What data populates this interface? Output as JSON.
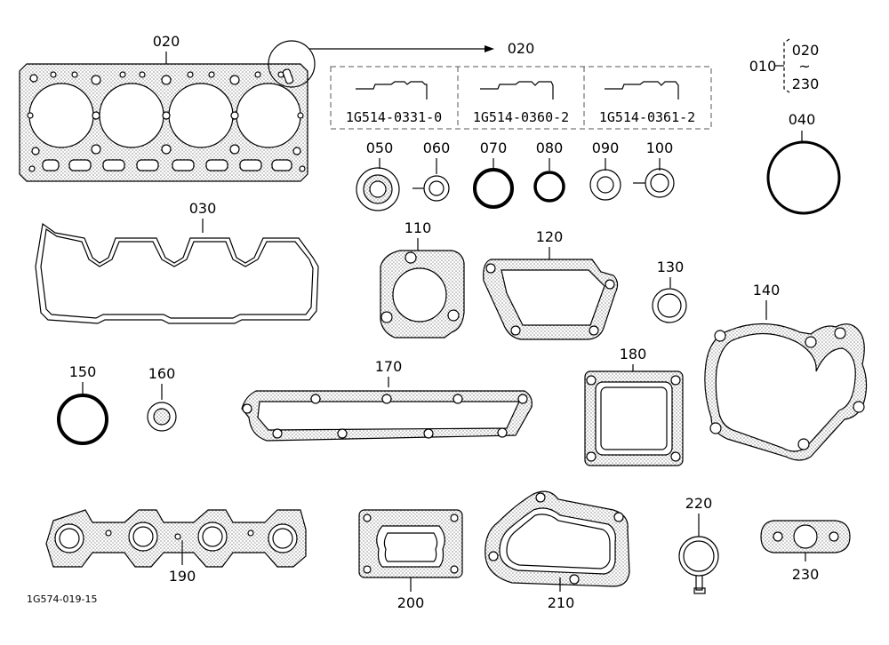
{
  "diagram": {
    "labels": {
      "p020": "020",
      "p020_detail": "020",
      "p010": "010",
      "p010_from": "020",
      "p010_tilde": "~",
      "p010_to": "230",
      "p030": "030",
      "p040": "040",
      "p050": "050",
      "p060": "060",
      "p070": "070",
      "p080": "080",
      "p090": "090",
      "p100": "100",
      "p110": "110",
      "p120": "120",
      "p130": "130",
      "p140": "140",
      "p150": "150",
      "p160": "160",
      "p170": "170",
      "p180": "180",
      "p190": "190",
      "p200": "200",
      "p210": "210",
      "p220": "220",
      "p230": "230"
    },
    "part_numbers": [
      "1G514-0331-0",
      "1G514-0360-2",
      "1G514-0361-2"
    ],
    "reference": "1G574-019-15"
  }
}
